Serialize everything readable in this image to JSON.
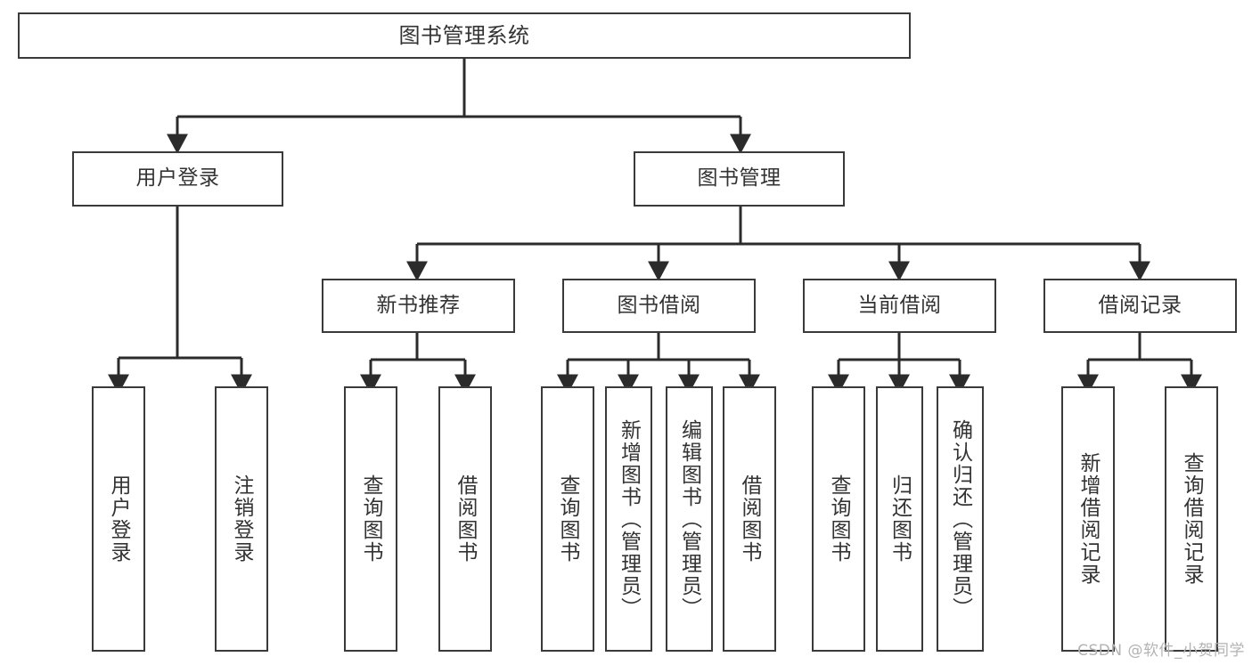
{
  "diagram": {
    "title": "图书管理系统",
    "type": "tree-hierarchy",
    "root": {
      "id": "root",
      "label": "图书管理系统"
    },
    "level1": [
      {
        "id": "user-login",
        "label": "用户登录"
      },
      {
        "id": "book-manage",
        "label": "图书管理"
      }
    ],
    "level2": [
      {
        "id": "new-book-rec",
        "label": "新书推荐",
        "parent": "book-manage"
      },
      {
        "id": "book-borrow",
        "label": "图书借阅",
        "parent": "book-manage"
      },
      {
        "id": "current-borrow",
        "label": "当前借阅",
        "parent": "book-manage"
      },
      {
        "id": "borrow-record",
        "label": "借阅记录",
        "parent": "book-manage"
      }
    ],
    "leaves": [
      {
        "id": "leaf-user-login",
        "label": "用户登录",
        "parent": "user-login"
      },
      {
        "id": "leaf-user-logout",
        "label": "注销登录",
        "parent": "user-login"
      },
      {
        "id": "leaf-query-book-1",
        "label": "查询图书",
        "parent": "new-book-rec"
      },
      {
        "id": "leaf-borrow-book-1",
        "label": "借阅图书",
        "parent": "new-book-rec"
      },
      {
        "id": "leaf-query-book-2",
        "label": "查询图书",
        "parent": "book-borrow"
      },
      {
        "id": "leaf-add-book",
        "label": "新增图书（管理员）",
        "parent": "book-borrow"
      },
      {
        "id": "leaf-edit-book",
        "label": "编辑图书（管理员）",
        "parent": "book-borrow"
      },
      {
        "id": "leaf-borrow-book-2",
        "label": "借阅图书",
        "parent": "book-borrow"
      },
      {
        "id": "leaf-query-book-3",
        "label": "查询图书",
        "parent": "current-borrow"
      },
      {
        "id": "leaf-return-book",
        "label": "归还图书",
        "parent": "current-borrow"
      },
      {
        "id": "leaf-confirm-return",
        "label": "确认归还（管理员）",
        "parent": "current-borrow"
      },
      {
        "id": "leaf-add-record",
        "label": "新增借阅记录",
        "parent": "borrow-record"
      },
      {
        "id": "leaf-query-record",
        "label": "查询借阅记录",
        "parent": "borrow-record"
      }
    ],
    "colors": {
      "box_border": "#3a3a3a",
      "box_fill": "#ffffff",
      "text": "#333333",
      "connector": "#2b2b2b",
      "watermark": "#b3b3b3"
    }
  },
  "watermark": {
    "text": "CSDN @软件_小贺同学"
  }
}
